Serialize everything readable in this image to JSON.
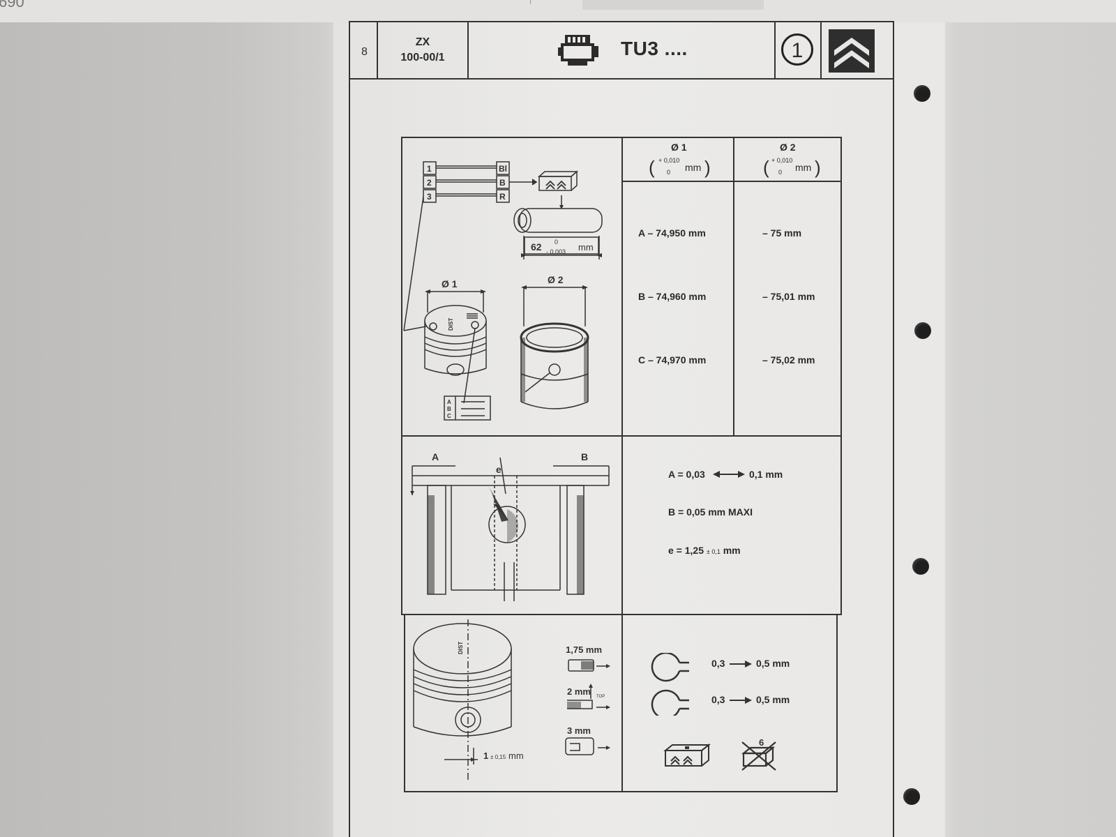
{
  "header": {
    "page_number": "8",
    "model_code": "ZX",
    "section_code": "100-00/1",
    "engine_title": "TU3 ....",
    "circled_number": "1",
    "logo_icon": "citroen-double-chevron-logo"
  },
  "corner_fragment": "690",
  "section1": {
    "col1_header": "Ø 1",
    "col2_header": "Ø 2",
    "tol_upper": "+ 0,010",
    "tol_lower": "0",
    "tol_unit": "mm",
    "rows": [
      {
        "grade": "A",
        "d1": "A – 74,950 mm",
        "d2": "– 75 mm"
      },
      {
        "grade": "B",
        "d1": "B – 74,960 mm",
        "d2": "– 75,01 mm"
      },
      {
        "grade": "C",
        "d1": "C – 74,970 mm",
        "d2": "– 75,02 mm"
      }
    ],
    "diagram": {
      "marks": [
        "1",
        "2",
        "3"
      ],
      "colors": [
        "Bl",
        "B",
        "R"
      ],
      "pin_length": "62",
      "pin_tol_upper": "0",
      "pin_tol_lower": "- 0,003",
      "pin_unit": "mm",
      "dia1_label": "Ø 1",
      "dia2_label": "Ø 2",
      "grade_letters": [
        "A",
        "B",
        "C"
      ],
      "dist_mark": "DIST"
    }
  },
  "section2": {
    "label_a": "A",
    "label_b": "B",
    "label_e": "e",
    "spec_a": "A = 0,03",
    "spec_a_to": "0,1 mm",
    "spec_b": "B = 0,05 mm MAXI",
    "spec_e": "e = 1,25",
    "spec_e_tol": "± 0,1",
    "spec_e_unit": "mm"
  },
  "section3": {
    "ring1": "1,75 mm",
    "ring2": "2 mm",
    "ring2_top": "TOP",
    "ring3": "3 mm",
    "offset": "1",
    "offset_tol": "± 0,15",
    "offset_unit": "mm",
    "dist_mark": "DIST",
    "gap1_from": "0,3",
    "gap1_to": "0,5 mm",
    "gap2_from": "0,3",
    "gap2_to": "0,5 mm",
    "crossed_number": "6"
  }
}
